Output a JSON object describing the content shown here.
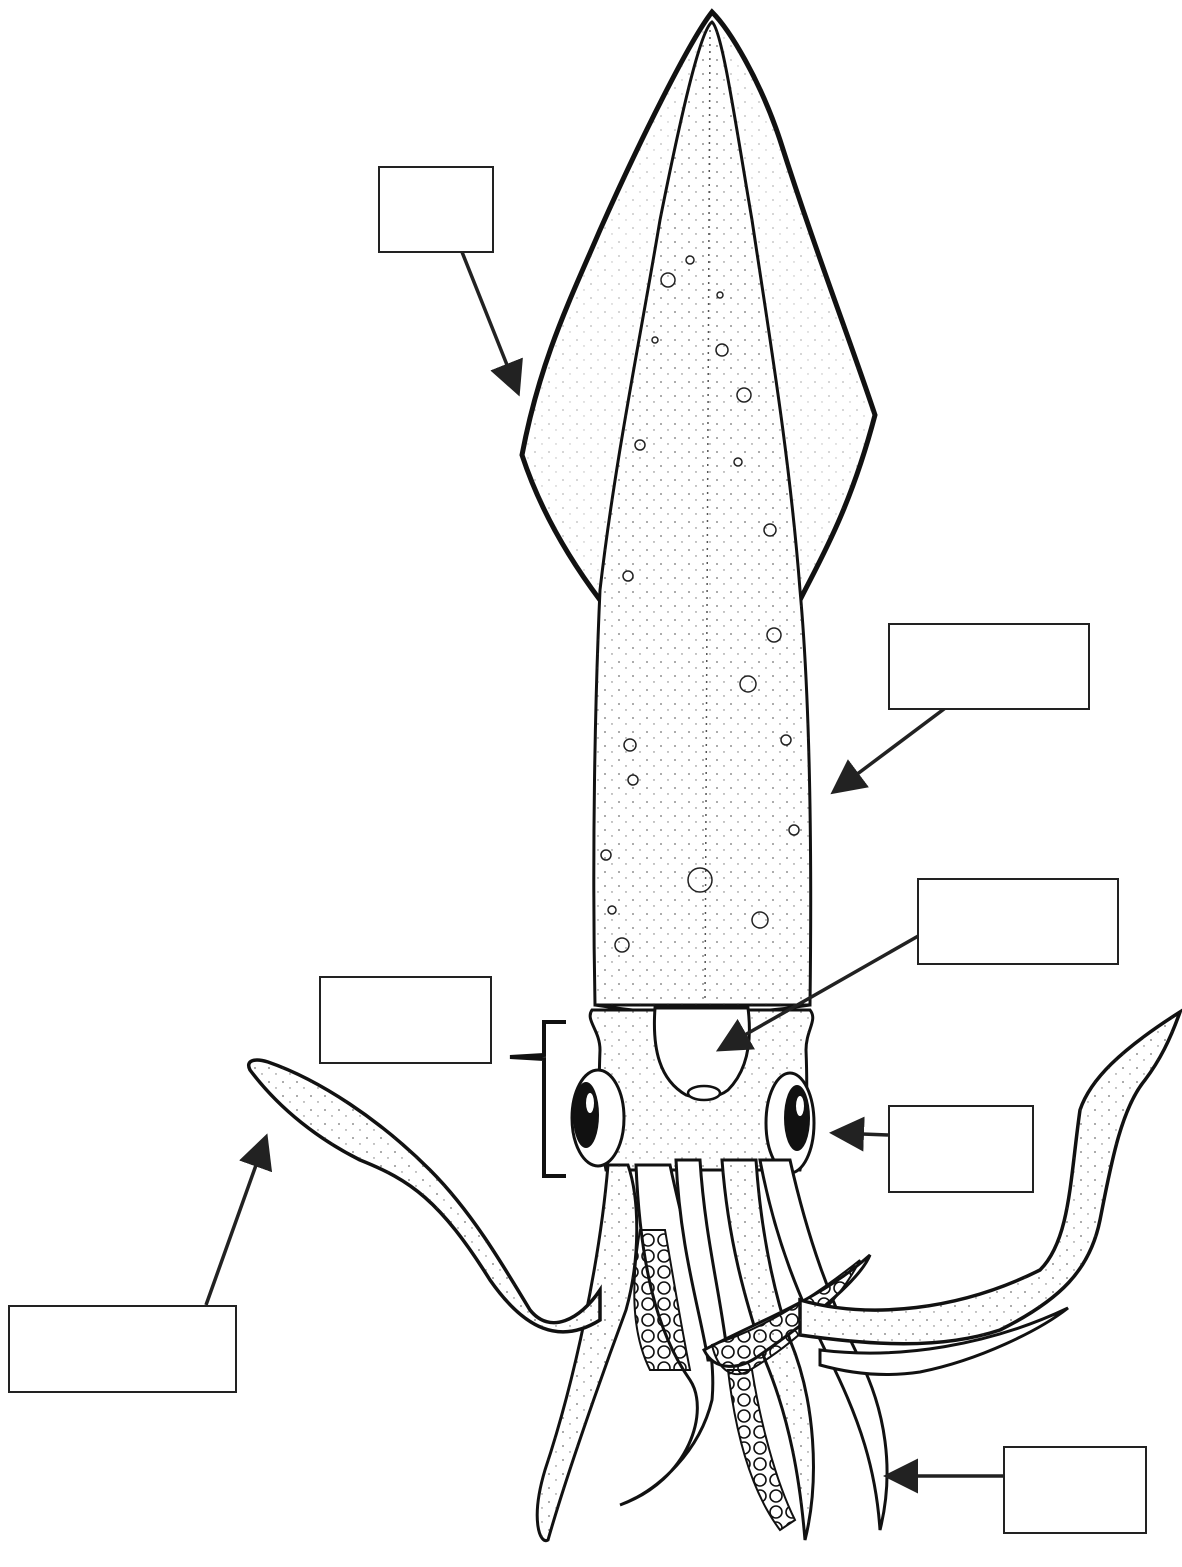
{
  "diagram": {
    "subject": "squid",
    "label_boxes": [
      {
        "id": "fin",
        "text": ""
      },
      {
        "id": "mantle",
        "text": ""
      },
      {
        "id": "siphon",
        "text": ""
      },
      {
        "id": "head",
        "text": ""
      },
      {
        "id": "eye",
        "text": ""
      },
      {
        "id": "tentacle",
        "text": ""
      },
      {
        "id": "arms",
        "text": ""
      }
    ]
  }
}
